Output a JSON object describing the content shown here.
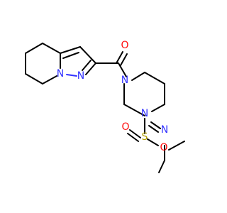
{
  "molecule": {
    "atoms": {
      "n1": "N",
      "n2": "N",
      "o_carbonyl": "O",
      "n_pip_top": "N",
      "n_pip_bottom": "N",
      "s": "S",
      "o_s1": "O",
      "o_s2": "O",
      "n_amide": "N"
    },
    "colors": {
      "N": "#3333ff",
      "O": "#ff0d0d",
      "S": "#b3a100",
      "C": "#000000"
    }
  }
}
